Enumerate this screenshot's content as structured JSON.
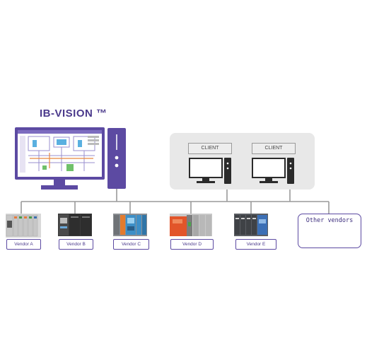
{
  "title": "IB-VISION ™",
  "clients": [
    {
      "label": "CLIENT"
    },
    {
      "label": "CLIENT"
    }
  ],
  "vendors": [
    {
      "label": "Vendor A"
    },
    {
      "label": "Vendor B"
    },
    {
      "label": "Vendor C"
    },
    {
      "label": "Vendor D"
    },
    {
      "label": "Vendor E"
    }
  ],
  "other_vendors": "Other vendors",
  "colors": {
    "brand": "#5c4aa2",
    "network_line": "#9a9a9a",
    "client_panel": "#e8e8e8"
  }
}
